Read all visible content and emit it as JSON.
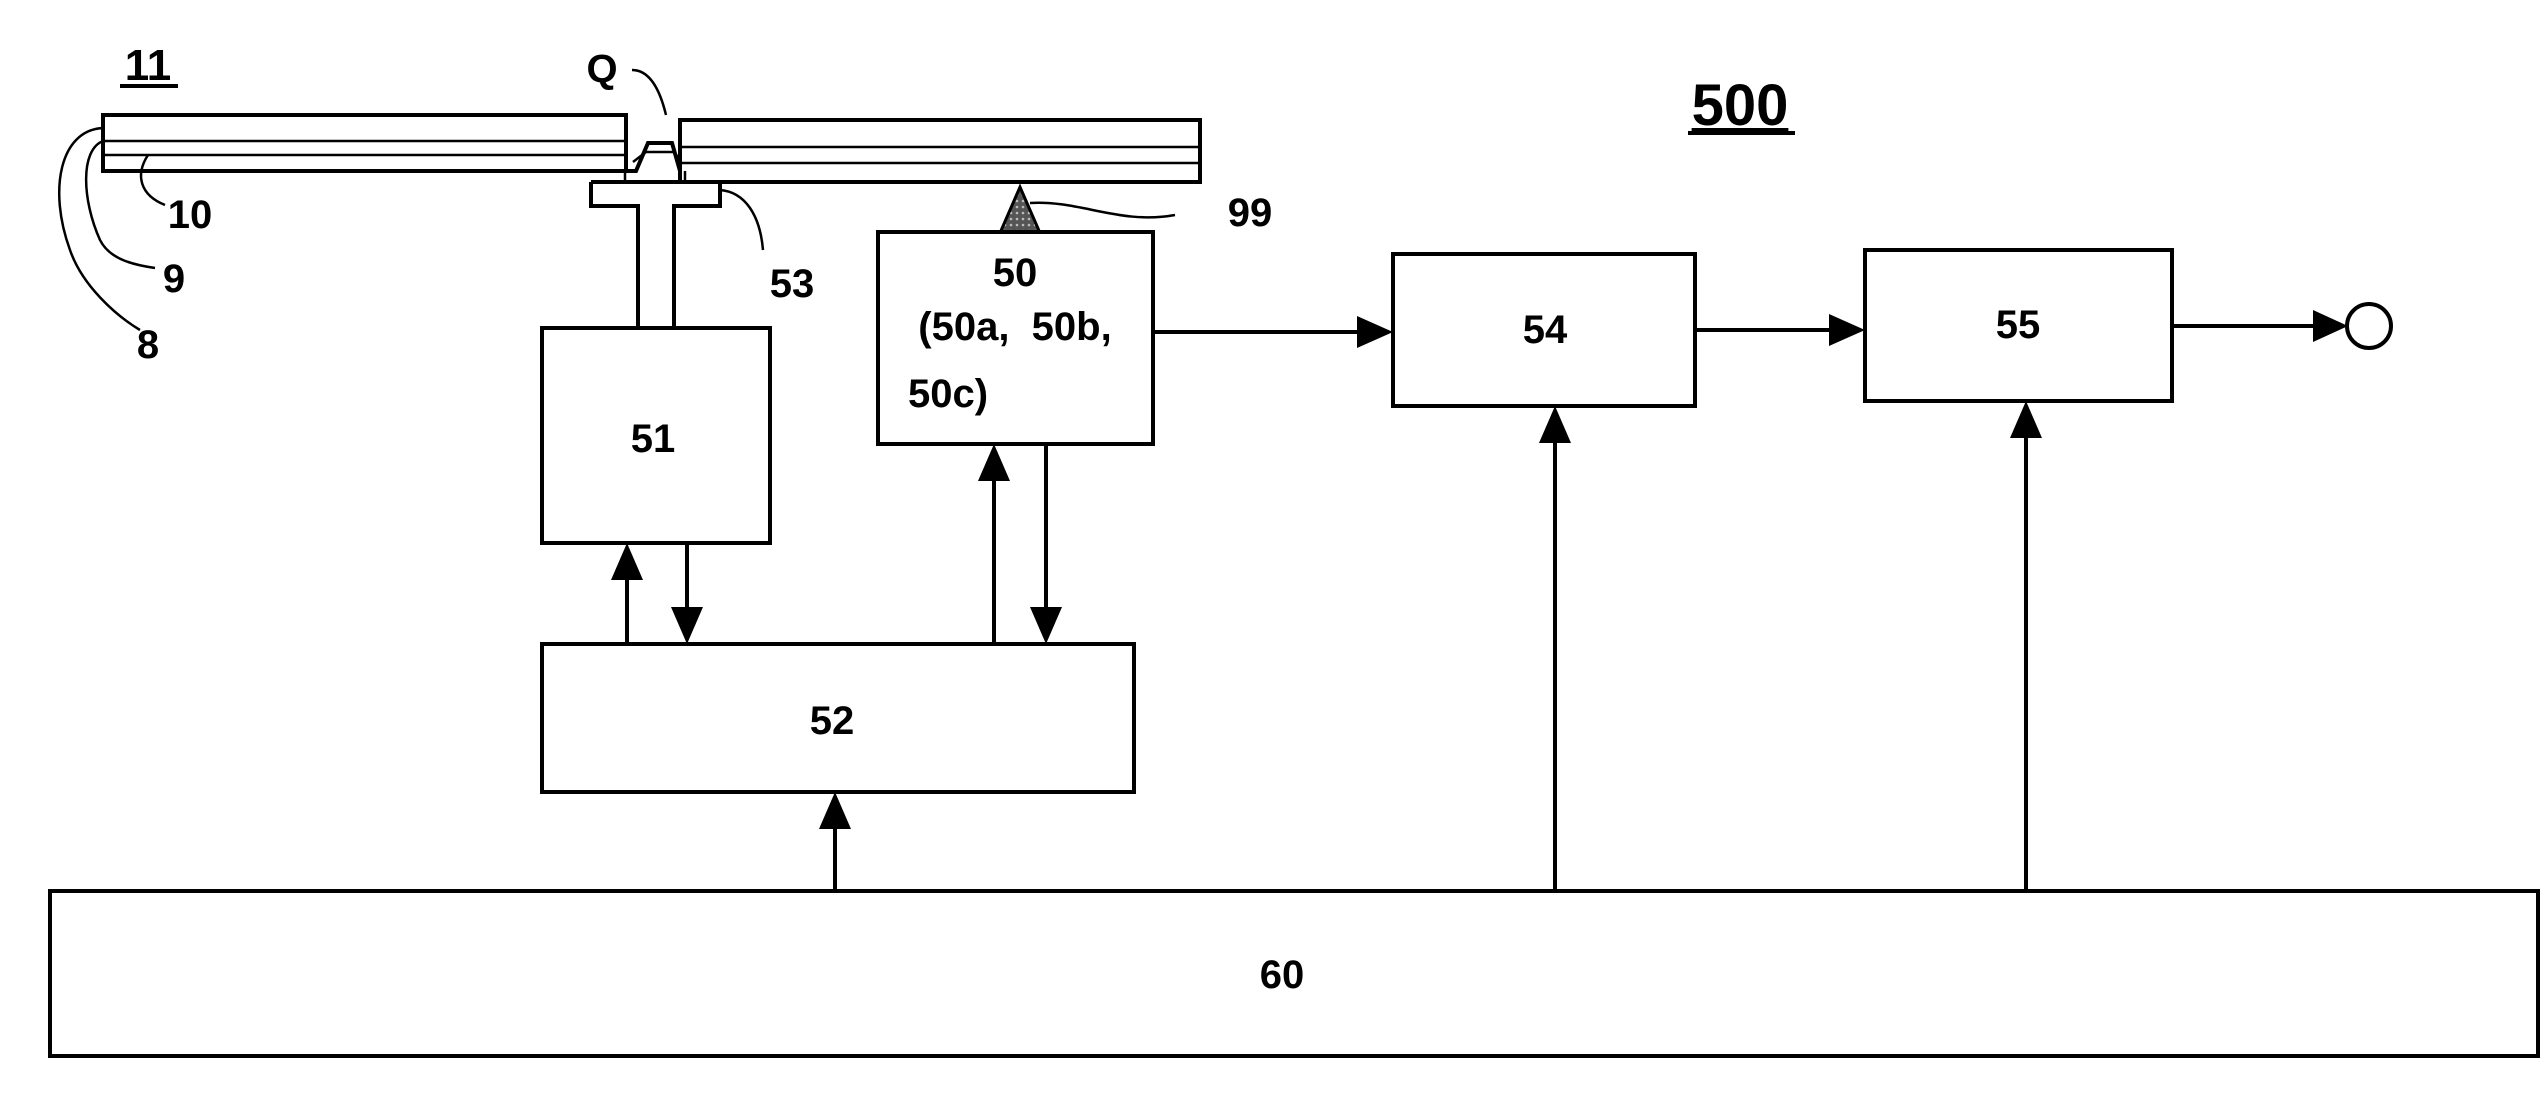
{
  "title": "500",
  "panel_label": "11",
  "components": {
    "block_50_line1": "50",
    "block_50_line2": "(50a,  50b,",
    "block_50_line3": "50c)",
    "block_51": "51",
    "block_52": "52",
    "block_54": "54",
    "block_55": "55",
    "block_60": "60"
  },
  "callouts": {
    "q": "Q",
    "n8": "8",
    "n9": "9",
    "n10": "10",
    "n53": "53",
    "n99": "99"
  }
}
